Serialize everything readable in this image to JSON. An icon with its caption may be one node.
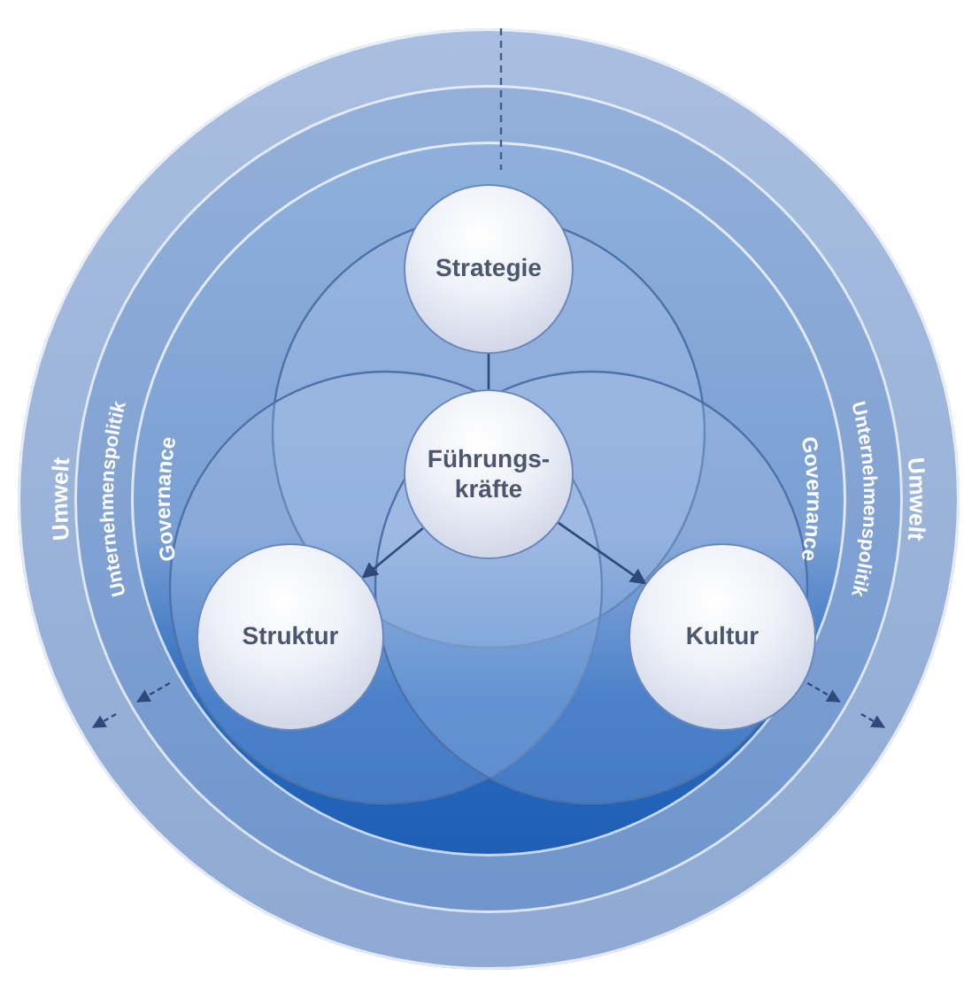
{
  "diagram": {
    "nodes": [
      {
        "text": [
          "Umwelt",
          "Umwelt"
        ]
      },
      {
        "text": [
          "Unternehmenspolitik",
          "Unternehmenspolitik"
        ],
        "in": 0
      },
      {
        "text": [
          "Governance",
          "Governance"
        ],
        "in": 1
      },
      {
        "text": [
          "Strategie"
        ],
        "in": 2
      },
      {
        "text": [
          "Führungs- kräfte"
        ],
        "in": 2
      },
      {
        "text": [
          "Struktur"
        ],
        "in": 2
      },
      {
        "text": [
          "Kultur"
        ],
        "in": 2
      }
    ],
    "edges": [
      {
        "from": 3,
        "to": 4,
        "arrow": "none"
      },
      {
        "from": 4,
        "to": 5,
        "arrow": "to"
      },
      {
        "from": 4,
        "to": 6,
        "arrow": "to"
      }
    ]
  }
}
